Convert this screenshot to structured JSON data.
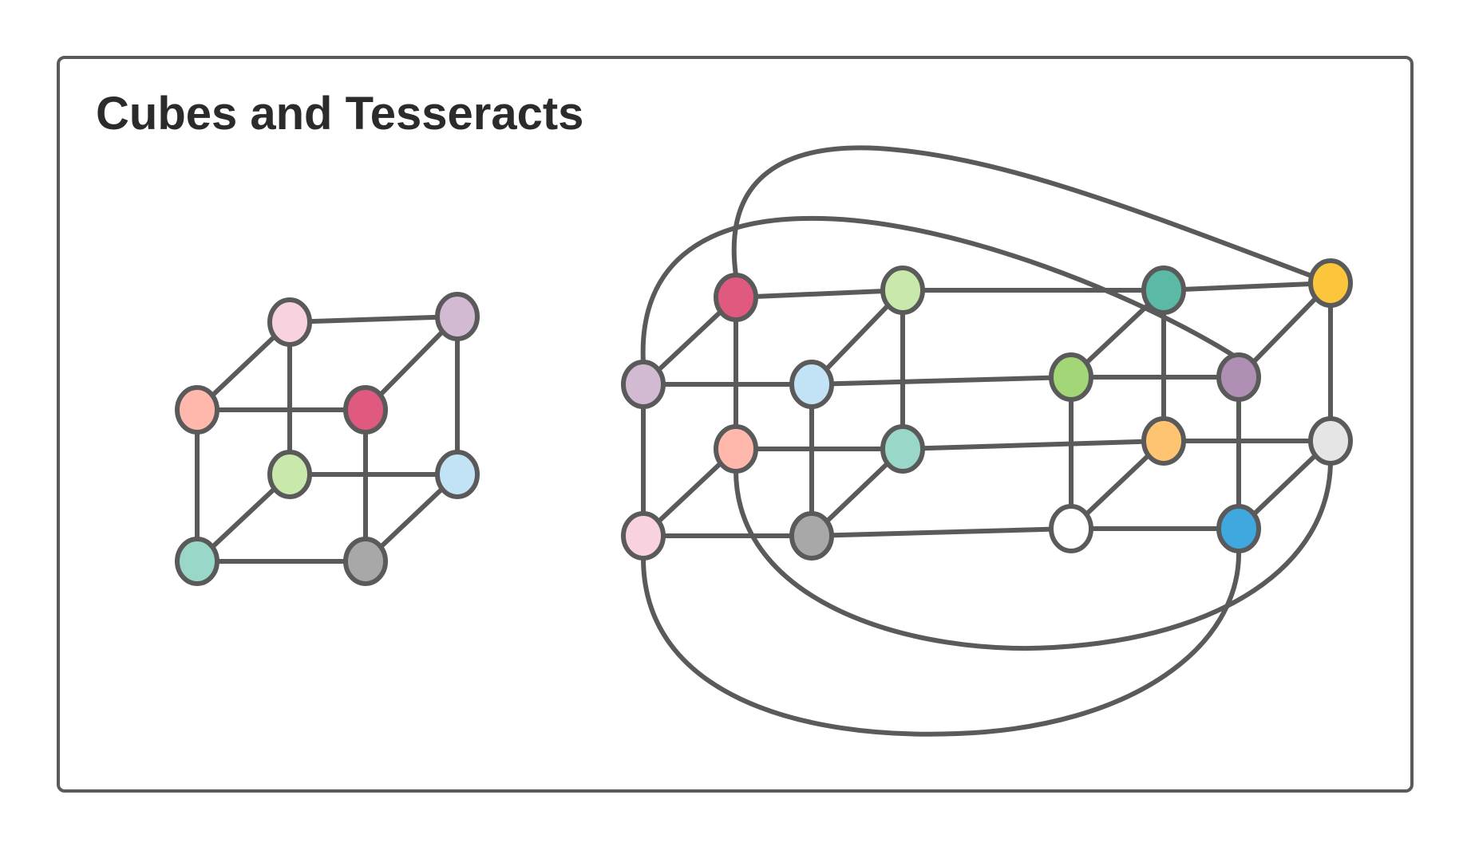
{
  "title": "Cubes and Tesseracts",
  "edge_color": "#5a5a5a",
  "cube": {
    "nodes": [
      {
        "id": "c_bfl",
        "color": "#ffb8ab"
      },
      {
        "id": "c_bfr",
        "color": "#e0597f"
      },
      {
        "id": "c_bbl",
        "color": "#f8d3df"
      },
      {
        "id": "c_bbr",
        "color": "#d1bad2"
      },
      {
        "id": "c_ffl",
        "color": "#99d8c9"
      },
      {
        "id": "c_ffr",
        "color": "#a8a8a8"
      },
      {
        "id": "c_fbl",
        "color": "#c9e8ab"
      },
      {
        "id": "c_fbr",
        "color": "#c2e2f5"
      }
    ],
    "edges": [
      [
        "c_bfl",
        "c_bfr"
      ],
      [
        "c_bbl",
        "c_bbr"
      ],
      [
        "c_ffl",
        "c_ffr"
      ],
      [
        "c_fbl",
        "c_fbr"
      ],
      [
        "c_bfl",
        "c_ffl"
      ],
      [
        "c_bfr",
        "c_ffr"
      ],
      [
        "c_bbl",
        "c_fbl"
      ],
      [
        "c_bbr",
        "c_fbr"
      ],
      [
        "c_bfl",
        "c_bbl"
      ],
      [
        "c_bfr",
        "c_bbr"
      ],
      [
        "c_ffl",
        "c_fbl"
      ],
      [
        "c_ffr",
        "c_fbr"
      ]
    ]
  },
  "tesseract": {
    "nodes": [
      {
        "id": "t_a1",
        "color": "#d1bad2"
      },
      {
        "id": "t_a2",
        "color": "#e0597f"
      },
      {
        "id": "t_a3",
        "color": "#c9e8ab"
      },
      {
        "id": "t_a4",
        "color": "#c2e2f5"
      },
      {
        "id": "t_a5",
        "color": "#ffb8ab"
      },
      {
        "id": "t_a6",
        "color": "#99d8c9"
      },
      {
        "id": "t_a7",
        "color": "#f8d3df"
      },
      {
        "id": "t_a8",
        "color": "#a8a8a8"
      },
      {
        "id": "t_b1",
        "color": "#5bbaa5"
      },
      {
        "id": "t_b2",
        "color": "#fbc63c"
      },
      {
        "id": "t_b3",
        "color": "#a2d676"
      },
      {
        "id": "t_b4",
        "color": "#b08fb4"
      },
      {
        "id": "t_b5",
        "color": "#ffc472"
      },
      {
        "id": "t_b6",
        "color": "#e5e5e5"
      },
      {
        "id": "t_b7",
        "color": "#ffffff"
      },
      {
        "id": "t_b8",
        "color": "#3ea8df"
      }
    ],
    "edges": [
      [
        "t_a2",
        "t_a3"
      ],
      [
        "t_a1",
        "t_a4"
      ],
      [
        "t_a5",
        "t_a6"
      ],
      [
        "t_a7",
        "t_a8"
      ],
      [
        "t_a1",
        "t_a7"
      ],
      [
        "t_a2",
        "t_a5"
      ],
      [
        "t_a3",
        "t_a6"
      ],
      [
        "t_a4",
        "t_a8"
      ],
      [
        "t_a1",
        "t_a2"
      ],
      [
        "t_a4",
        "t_a3"
      ],
      [
        "t_a7",
        "t_a5"
      ],
      [
        "t_a8",
        "t_a6"
      ],
      [
        "t_b1",
        "t_b2"
      ],
      [
        "t_b3",
        "t_b4"
      ],
      [
        "t_b5",
        "t_b6"
      ],
      [
        "t_b7",
        "t_b8"
      ],
      [
        "t_b3",
        "t_b7"
      ],
      [
        "t_b1",
        "t_b5"
      ],
      [
        "t_b2",
        "t_b6"
      ],
      [
        "t_b4",
        "t_b8"
      ],
      [
        "t_b3",
        "t_b1"
      ],
      [
        "t_b4",
        "t_b2"
      ],
      [
        "t_b7",
        "t_b5"
      ],
      [
        "t_b8",
        "t_b6"
      ],
      [
        "t_a3",
        "t_b1"
      ],
      [
        "t_a4",
        "t_b3"
      ],
      [
        "t_a6",
        "t_b5"
      ],
      [
        "t_a8",
        "t_b7"
      ],
      [
        "t_a2",
        "t_b2"
      ],
      [
        "t_a1",
        "t_b4"
      ],
      [
        "t_a5",
        "t_b6"
      ],
      [
        "t_a7",
        "t_b8"
      ]
    ]
  }
}
